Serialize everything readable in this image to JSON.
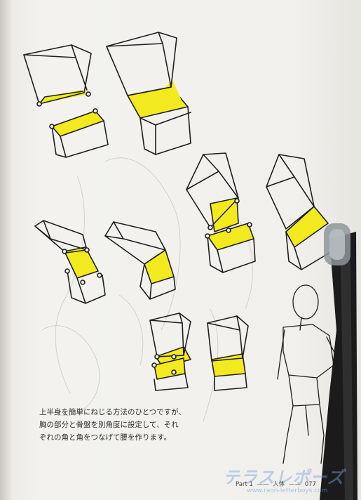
{
  "caption": {
    "line1": "上半身を簡単にねじる方法のひとつですが、",
    "line2": "胸の部分と骨盤を別角度に設定して、それ",
    "line3": "ぞれの角と角をつなげて腰を作ります。"
  },
  "footer": {
    "part": "Part 1",
    "section": "人体",
    "page": "077"
  },
  "watermark": {
    "text": "テラスレポーズ",
    "url": "www.raon-letterboys.com"
  },
  "colors": {
    "highlight": "#f2ea1e",
    "ink": "#1e1e1e",
    "paper": "#f3f2ee",
    "holder": "#1b1b1b"
  }
}
